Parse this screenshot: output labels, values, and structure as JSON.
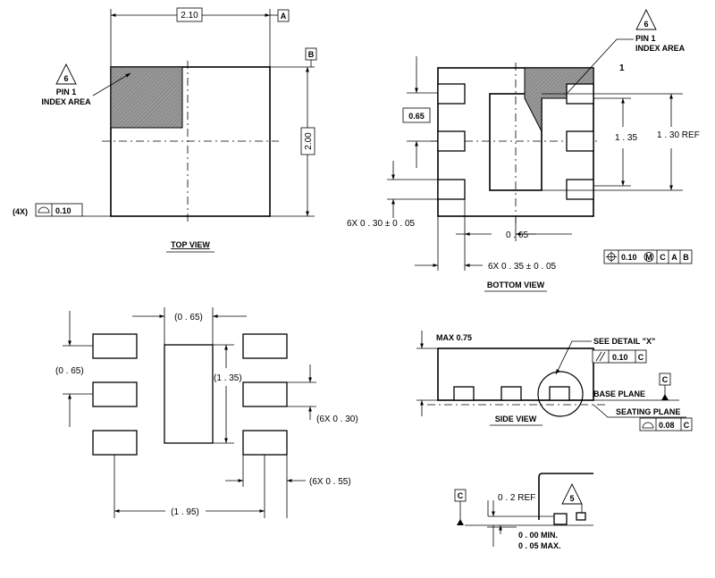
{
  "top_view": {
    "title": "TOP VIEW",
    "dim_width": "2.10",
    "dim_height": "2.00",
    "datum_a": "A",
    "datum_b": "B",
    "note_number": "6",
    "pin1_line1": "PIN 1",
    "pin1_line2": "INDEX AREA",
    "flatness_count": "(4X)",
    "flatness_value": "0.10"
  },
  "bottom_view": {
    "title": "BOTTOM VIEW",
    "note_number": "6",
    "pin1_line1": "PIN 1",
    "pin1_line2": "INDEX AREA",
    "pin_number": "1",
    "pitch_box": "0.65",
    "dim_135": "1 . 35",
    "dim_130_ref": "1 . 30 REF",
    "dim_lead_width": "6X  0 . 30 ± 0 . 05",
    "dim_065": "0 . 65",
    "dim_lead_length": "6X  0 . 35 ± 0 . 05",
    "fcf_value": "0.10",
    "fcf_modifier": "M",
    "fcf_datums": [
      "C",
      "A",
      "B"
    ]
  },
  "land_pattern": {
    "dim_065_top": "(0 . 65)",
    "dim_065_left": "(0 . 65)",
    "dim_135": "(1 . 35)",
    "dim_6x030": "(6X  0 . 30)",
    "dim_6x055": "(6X  0 . 55)",
    "dim_195": "(1 . 95)"
  },
  "side_view": {
    "title": "SIDE VIEW",
    "max_height": "MAX 0.75",
    "see_detail": "SEE DETAIL \"X\"",
    "parallel_value": "0.10",
    "parallel_datum": "C",
    "base_plane": "BASE PLANE",
    "seating_plane": "SEATING PLANE",
    "datum_c": "C",
    "flat_value": "0.08",
    "flat_datum": "C"
  },
  "detail_x": {
    "datum_c": "C",
    "ref_dim": "0 . 2 REF",
    "note_number": "5",
    "min_line": "0 . 00 MIN.",
    "max_line": "0 . 05 MAX."
  }
}
